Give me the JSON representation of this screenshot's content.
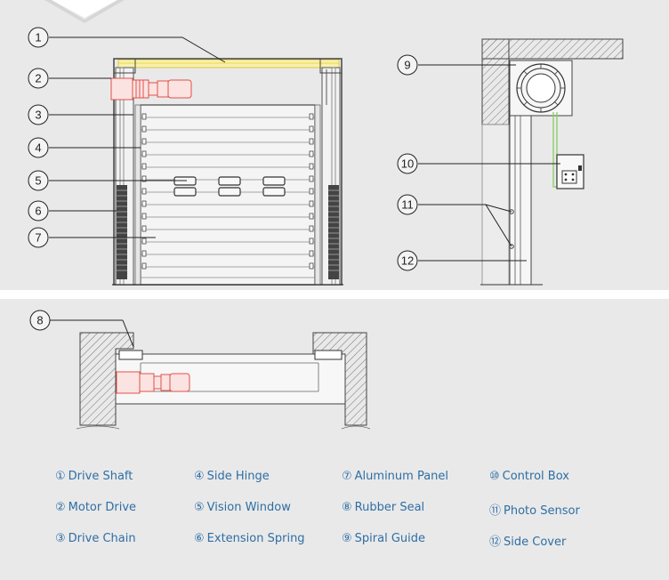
{
  "panels": {
    "top_bg": "#e9e9ea",
    "bottom_bg": "#e9e9ea",
    "accent_yellow": "#f0e26a",
    "accent_red": "#e0504a",
    "accent_green": "#8fcf6a",
    "line_color": "#333333"
  },
  "callouts": [
    {
      "num": "1"
    },
    {
      "num": "2"
    },
    {
      "num": "3"
    },
    {
      "num": "4"
    },
    {
      "num": "5"
    },
    {
      "num": "6"
    },
    {
      "num": "7"
    },
    {
      "num": "8"
    },
    {
      "num": "9"
    },
    {
      "num": "10"
    },
    {
      "num": "11"
    },
    {
      "num": "12"
    }
  ],
  "legend": [
    {
      "num": "①",
      "label": "Drive Shaft"
    },
    {
      "num": "④",
      "label": "Side Hinge"
    },
    {
      "num": "⑦",
      "label": "Aluminum Panel"
    },
    {
      "num": "⑩",
      "label": "Control Box"
    },
    {
      "num": "②",
      "label": "Motor Drive"
    },
    {
      "num": "⑤",
      "label": "Vision Window"
    },
    {
      "num": "⑧",
      "label": "Rubber Seal"
    },
    {
      "num": "⑪",
      "label": "Photo Sensor"
    },
    {
      "num": "③",
      "label": "Drive Chain"
    },
    {
      "num": "⑥",
      "label": "Extension Spring"
    },
    {
      "num": "⑨",
      "label": "Spiral Guide"
    },
    {
      "num": "⑫",
      "label": "Side Cover"
    }
  ]
}
